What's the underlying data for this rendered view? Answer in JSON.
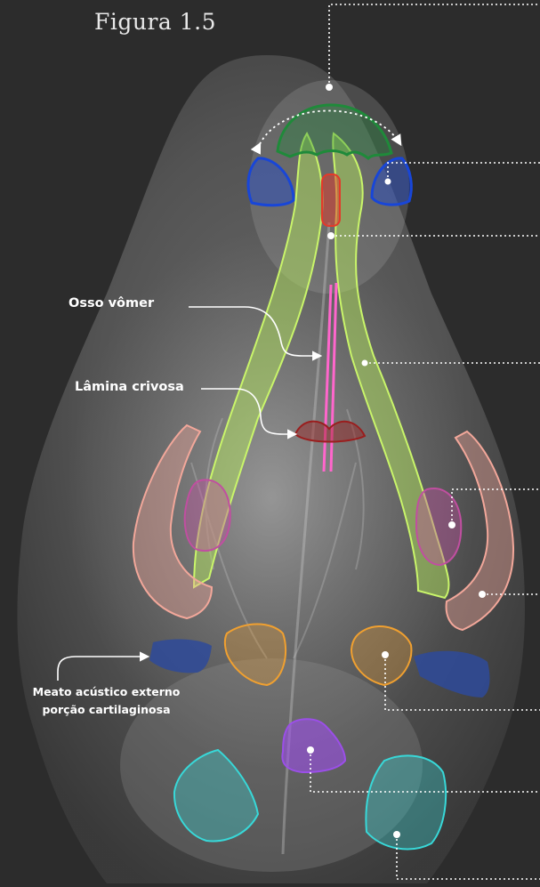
{
  "figure": {
    "title": "Figura 1.5"
  },
  "labels": {
    "vomer": "Osso vômer",
    "lamina": "Lâmina crivosa",
    "meato_line1": "Meato acústico externo",
    "meato_line2": "porção cartilaginosa"
  },
  "colors": {
    "background": "#2c2c2c",
    "nasal_bone": "#b8f05a",
    "incisive_region": "#1f8a3a",
    "nasal_cartilage": "#1846d8",
    "vomer_front": "#e43a2a",
    "vomer": "#ff66cc",
    "cribriform_plate": "#9a1e1e",
    "zygomatic_arch": "#f2a79a",
    "orbit": "#c04fa0",
    "tympanic_bulla": "#f0a030",
    "ear_canal": "#2e4a9a",
    "occipital": "#9b4fe8",
    "cervical_region": "#38d8d8",
    "leader_line": "#ffffff"
  }
}
